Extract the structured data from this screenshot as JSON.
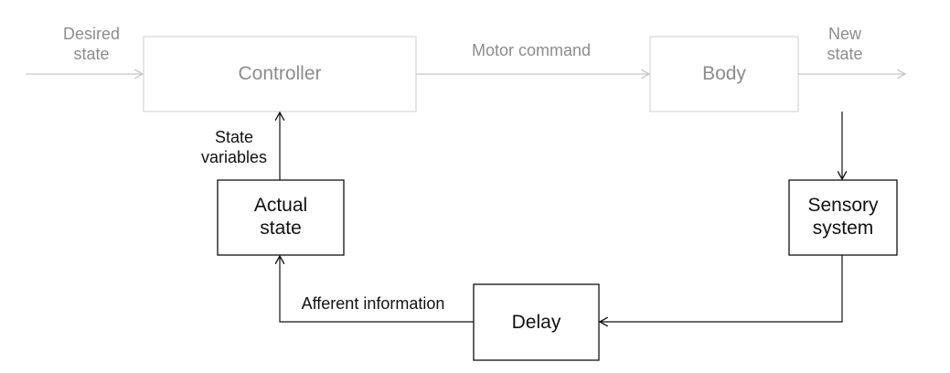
{
  "inputs": {
    "desired_state_line1": "Desired",
    "desired_state_line2": "state",
    "new_state_line1": "New",
    "new_state_line2": "state"
  },
  "blocks": {
    "controller": "Controller",
    "body": "Body",
    "actual_state_line1": "Actual",
    "actual_state_line2": "state",
    "sensory_system_line1": "Sensory",
    "sensory_system_line2": "system",
    "delay": "Delay"
  },
  "edges": {
    "motor_command": "Motor command",
    "state_variables_line1": "State",
    "state_variables_line2": "variables",
    "afferent_information": "Afferent information"
  },
  "colors": {
    "faded": "#c8c8c8",
    "faded_text": "#8c8c8c",
    "active": "#111111"
  }
}
